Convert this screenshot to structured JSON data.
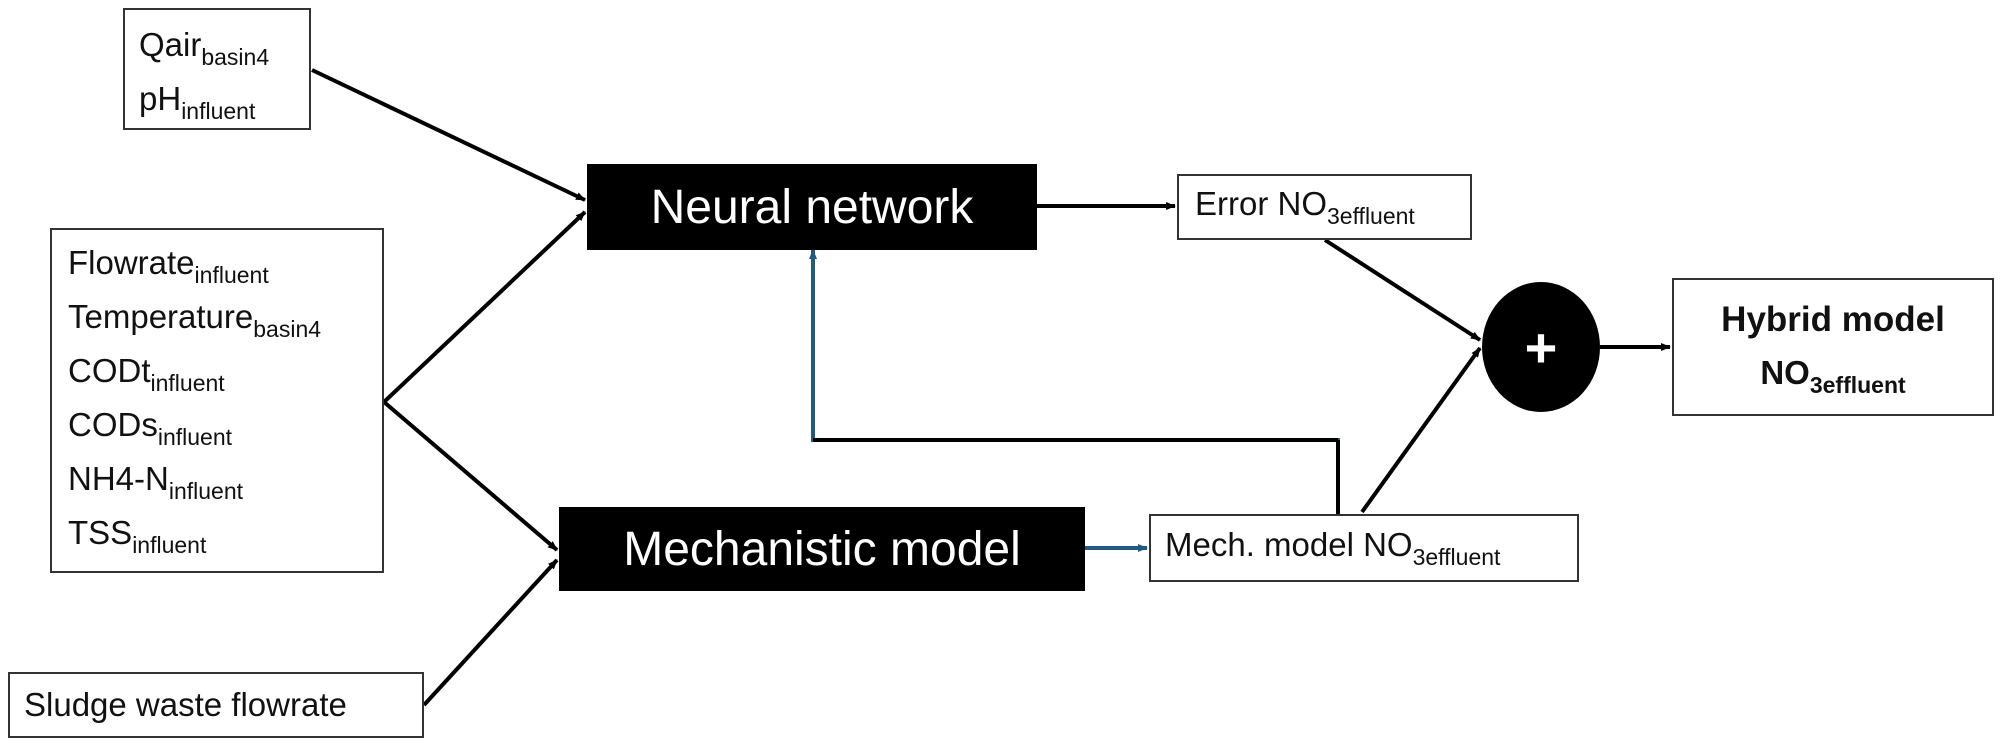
{
  "inputs_top": [
    {
      "main": "Qair",
      "sub": "basin4"
    },
    {
      "main": "pH",
      "sub": "influent"
    }
  ],
  "inputs_mid": [
    {
      "main": "Flowrate",
      "sub": "influent"
    },
    {
      "main": "Temperature",
      "sub": "basin4"
    },
    {
      "main": "CODt",
      "sub": "influent"
    },
    {
      "main": "CODs",
      "sub": "influent"
    },
    {
      "main": "NH4-N",
      "sub": "influent"
    },
    {
      "main": "TSS",
      "sub": "influent"
    }
  ],
  "sludge_label": "Sludge waste flowrate",
  "neural_network_label": "Neural network",
  "mechanistic_model_label": "Mechanistic model",
  "error_output": {
    "main": "Error NO",
    "sub": "3effluent"
  },
  "mech_output": {
    "main": "Mech. model NO",
    "sub": "3effluent"
  },
  "sum_symbol": "+",
  "hybrid": {
    "title": "Hybrid model",
    "main": "NO",
    "sub": "3effluent"
  },
  "colors": {
    "arrow": "#000000",
    "feedback": "#1f5c80",
    "block": "#000000"
  }
}
